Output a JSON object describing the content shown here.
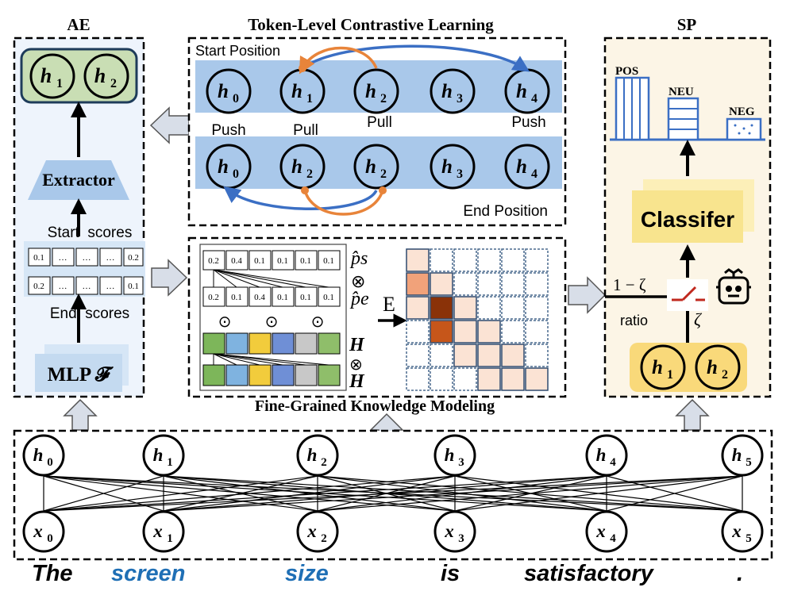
{
  "panels": {
    "ae": {
      "title": "AE"
    },
    "tlcl": {
      "title": "Token-Level Contrastive Learning"
    },
    "sp": {
      "title": "SP"
    },
    "fgkm": {
      "title": "Fine-Grained Knowledge Modeling"
    }
  },
  "ae": {
    "output_nodes": [
      "h",
      "h"
    ],
    "output_subs": [
      "1",
      "2"
    ],
    "extractor_label": "Extractor",
    "start_scores_label": "Start  scores",
    "end_scores_label": "End  scores",
    "start_scores": [
      "0.1",
      "…",
      "…",
      "…",
      "0.2"
    ],
    "end_scores": [
      "0.2",
      "…",
      "…",
      "…",
      "0.1"
    ],
    "mlp_label": "MLP 𝓕"
  },
  "tlcl": {
    "start_position_label": "Start Position",
    "end_position_label": "End Position",
    "top_row_subs": [
      "0",
      "1",
      "2",
      "3",
      "4"
    ],
    "bottom_row_subs": [
      "0",
      "2",
      "2",
      "3",
      "4"
    ],
    "relation_labels": [
      "Push",
      "Pull",
      "Pull",
      "Push"
    ],
    "accent_orange": "#E8843A",
    "accent_blue": "#3B6FC4"
  },
  "fgkm": {
    "ps_values": [
      "0.2",
      "0.4",
      "0.1",
      "0.1",
      "0.1",
      "0.1"
    ],
    "pe_values": [
      "0.2",
      "0.1",
      "0.4",
      "0.1",
      "0.1",
      "0.1"
    ],
    "p_s_label": "p̂s",
    "p_e_label": "p̂e",
    "otimes": "⊗",
    "odot": "⊙",
    "H_label": "H",
    "E_label": "E",
    "embedding_colors": [
      "#7DB65A",
      "#7FB3E0",
      "#F2CC3C",
      "#6F8FD6",
      "#C8C8C8",
      "#8FBE6A"
    ],
    "heatmap_colors": [
      "#FBE3D4",
      "#F1A27A",
      "#8A3208",
      "#C6561A"
    ]
  },
  "sp": {
    "classes": [
      "POS",
      "NEU",
      "NEG"
    ],
    "classifier_label": "Classifer",
    "one_minus_zeta": "1 − ζ",
    "zeta": "ζ",
    "ratio_label": "ratio",
    "robot_icon": "robot-icon",
    "input_nodes": [
      "h",
      "h"
    ],
    "input_subs": [
      "1",
      "2"
    ]
  },
  "encoder": {
    "hidden_subs": [
      "0",
      "1",
      "2",
      "3",
      "4",
      "5"
    ],
    "input_subs": [
      "0",
      "1",
      "2",
      "3",
      "4",
      "5"
    ],
    "tokens": [
      "The",
      "screen",
      "size",
      "is",
      "satisfactory",
      "."
    ],
    "token_colors": [
      "#000000",
      "#1F6FB5",
      "#1F6FB5",
      "#000000",
      "#000000",
      "#000000"
    ]
  }
}
